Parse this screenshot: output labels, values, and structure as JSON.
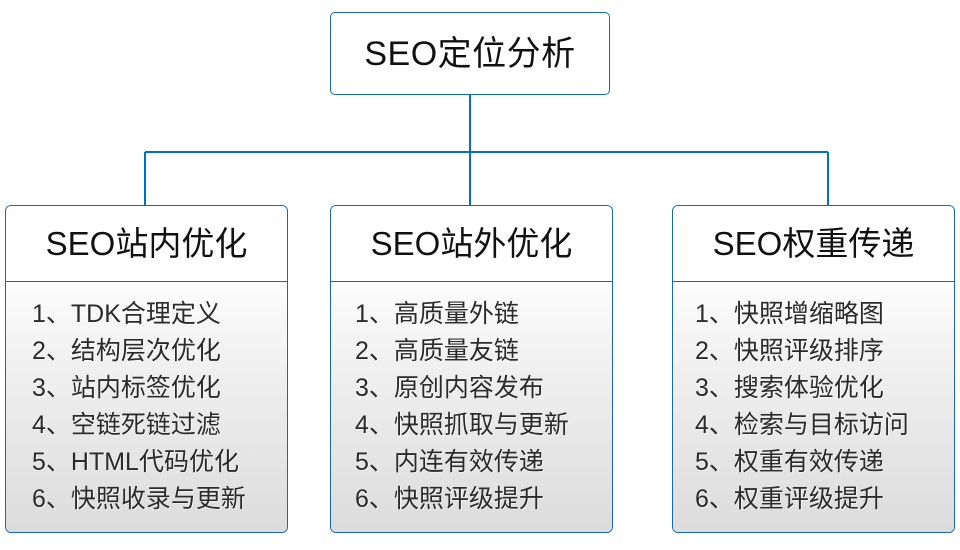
{
  "diagram": {
    "type": "organization-tree",
    "colors": {
      "border": "#1569b3",
      "connector": "#0070c0",
      "header_bg": "#ffffff",
      "body_gradient_top": "#fdfdfd",
      "body_gradient_bottom": "#dcdcdc",
      "title_text": "#111111",
      "item_text": "#2b2b2b"
    },
    "root": {
      "title": "SEO定位分析"
    },
    "branches": [
      {
        "title": "SEO站内优化",
        "items": [
          "1、TDK合理定义",
          "2、结构层次优化",
          "3、站内标签优化",
          "4、空链死链过滤",
          "5、HTML代码优化",
          "6、快照收录与更新"
        ]
      },
      {
        "title": "SEO站外优化",
        "items": [
          "1、高质量外链",
          "2、高质量友链",
          "3、原创内容发布",
          "4、快照抓取与更新",
          "5、内连有效传递",
          "6、快照评级提升"
        ]
      },
      {
        "title": "SEO权重传递",
        "items": [
          "1、快照增缩略图",
          "2、快照评级排序",
          "3、搜索体验优化",
          "4、检索与目标访问",
          "5、权重有效传递",
          "6、权重评级提升"
        ]
      }
    ]
  }
}
